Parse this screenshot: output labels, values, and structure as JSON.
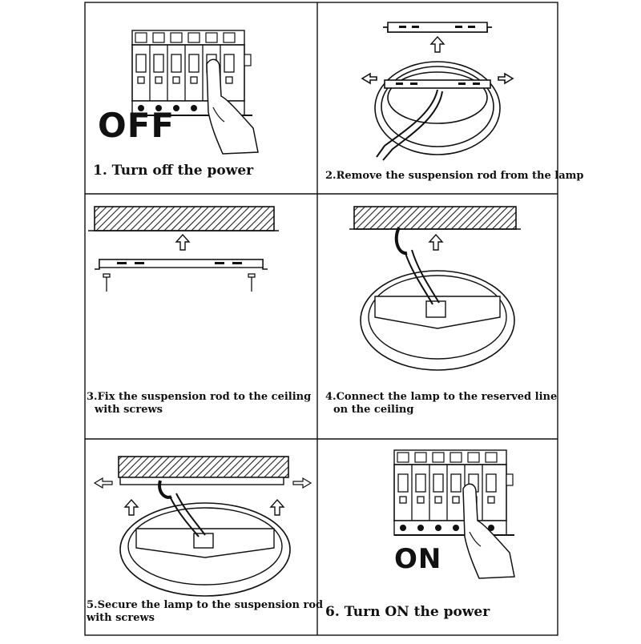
{
  "steps": [
    {
      "text": "1. Turn off the power"
    },
    {
      "text": "2.Remove the suspension rod from the lamp"
    },
    {
      "lines": [
        "3.Fix the suspension rod to the ceiling",
        "with screws"
      ]
    },
    {
      "lines": [
        "4.Connect the lamp to the reserved line",
        "on the ceiling"
      ]
    },
    {
      "lines": [
        "5.Secure the lamp to the suspension rod",
        "with screws"
      ]
    },
    {
      "text": "6. Turn ON the power"
    }
  ],
  "switch_states": {
    "off": "OFF",
    "on": "ON"
  }
}
